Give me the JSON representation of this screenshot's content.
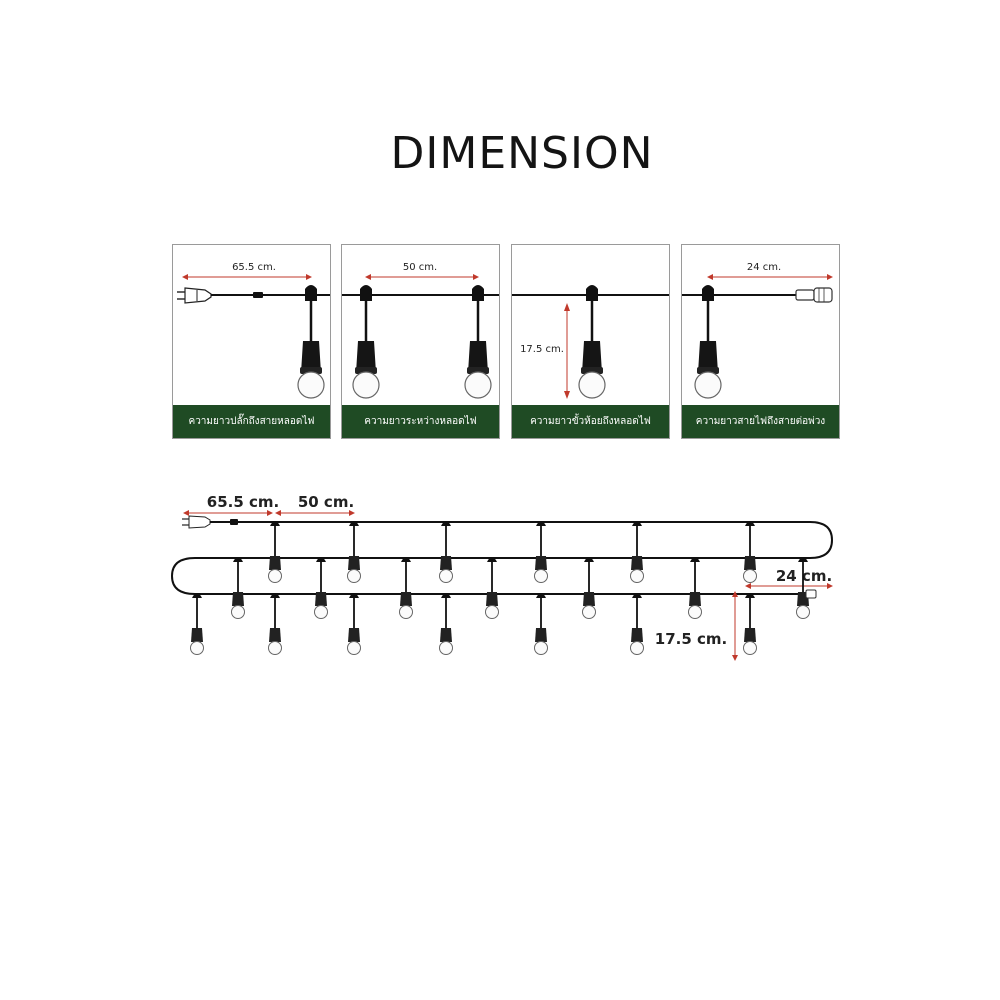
{
  "title": "DIMENSION",
  "panels": [
    {
      "dimension": "65.5 cm.",
      "caption": "ความยาวปลั๊กถึงสายหลอดไฟ"
    },
    {
      "dimension": "50 cm.",
      "caption": "ความยาวระหว่างหลอดไฟ"
    },
    {
      "dimension": "17.5 cm.",
      "caption": "ความยาวขั้วห้อยถึงหลอดไฟ"
    },
    {
      "dimension": "24 cm.",
      "caption": "ความยาวสายไฟถึงสายต่อพ่วง"
    }
  ],
  "overview": {
    "plug_to_first": "65.5 cm.",
    "bulb_spacing": "50 cm.",
    "drop_length": "17.5 cm.",
    "end_to_connector": "24 cm."
  },
  "colors": {
    "caption_bg": "#1f4b24",
    "dimension_arrow": "#c0392b",
    "cable": "#111111"
  }
}
